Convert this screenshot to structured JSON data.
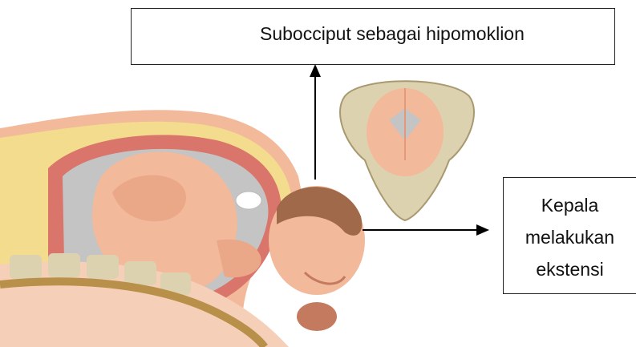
{
  "labels": {
    "top": "Subocciput sebagai hipomoklion",
    "right_line1": "Kepala",
    "right_line2": "melakukan",
    "right_line3": "ekstensi"
  },
  "colors": {
    "skin": "#f2b99a",
    "skin_dark": "#e39a7a",
    "uterus_wall": "#d9756a",
    "fat_layer": "#f3dc8e",
    "amniotic": "#b9b9b9",
    "bone": "#ddd2b0",
    "hair": "#a06a4a",
    "arrow": "#000000"
  }
}
